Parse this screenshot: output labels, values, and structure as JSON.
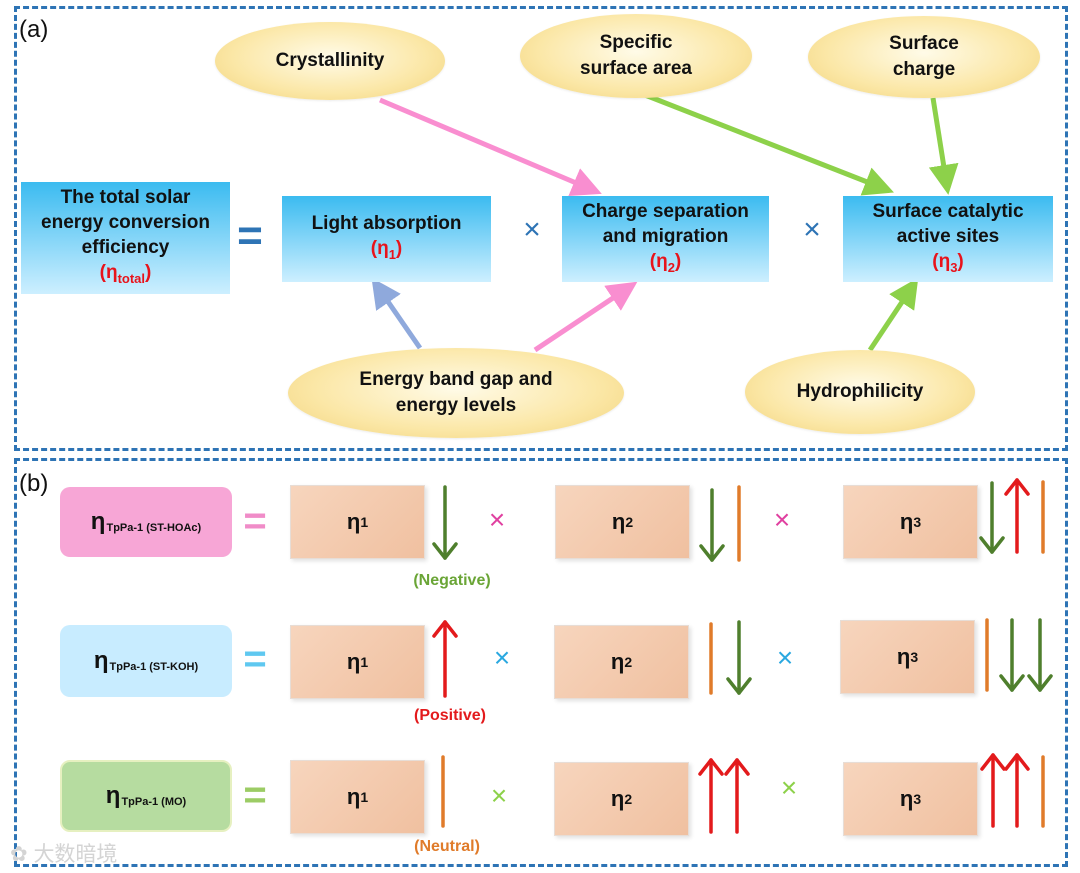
{
  "panel_a": {
    "label": "(a)",
    "crystallinity": "Crystallinity",
    "specific_1": "Specific",
    "specific_2": "surface area",
    "surface_charge_1": "Surface",
    "surface_charge_2": "charge",
    "band_gap_1": "Energy band gap and",
    "band_gap_2": "energy levels",
    "hydrophilicity": "Hydrophilicity",
    "total_1": "The total solar",
    "total_2": "energy conversion",
    "total_3": "efficiency",
    "total_eta": "(ηtotal)",
    "light_1": "Light absorption",
    "light_eta": "(η1)",
    "charge_1": "Charge separation",
    "charge_2": "and migration",
    "charge_eta": "(η2)",
    "surf_1": "Surface catalytic",
    "surf_2": "active sites",
    "surf_eta": "(η3)",
    "equals": "=",
    "times": "×"
  },
  "panel_b": {
    "label": "(b)",
    "rows": [
      {
        "lhs_main": "η",
        "lhs_sub": "TpPa-1 (ST-HOAc)",
        "caption": "(Negative)",
        "color": "#f08cc8"
      },
      {
        "lhs_main": "η",
        "lhs_sub": "TpPa-1 (ST-KOH)",
        "caption": "(Positive)",
        "color": "#5fc8f0"
      },
      {
        "lhs_main": "η",
        "lhs_sub": "TpPa-1 (MO)",
        "caption": "(Neutral)",
        "color": "#9ccc65"
      }
    ],
    "eta1": "η1",
    "eta2": "η2",
    "eta3": "η3",
    "equals": "=",
    "times": "×"
  },
  "colors": {
    "border": "#2e74b5",
    "pink_arrow": "#f98ed0",
    "green_arrow": "#8dd14a",
    "blue_arrow": "#8fa9dc",
    "down": "#4f7f2d",
    "up": "#e31a1c",
    "neutral": "#e07b2a"
  },
  "watermark": "大数暗境"
}
